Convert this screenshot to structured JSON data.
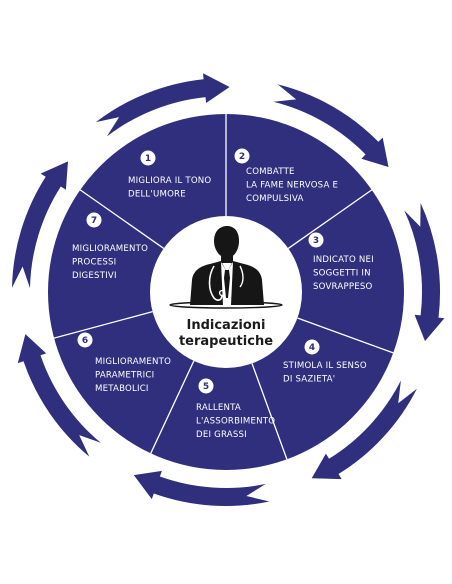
{
  "colors": {
    "navy": "#2f2f7e",
    "white": "#ffffff",
    "figure": "#161616",
    "center_bg": "#ffffff"
  },
  "center": {
    "title_line1": "Indicazioni",
    "title_line2": "terapeutiche",
    "icon": "doctor-with-stethoscope-icon"
  },
  "segments": [
    {
      "number": "1",
      "lines": [
        "MIGLIORA IL TONO",
        "DELL'UMORE"
      ]
    },
    {
      "number": "2",
      "lines": [
        "COMBATTE",
        "LA FAME NERVOSA E",
        "COMPULSIVA"
      ]
    },
    {
      "number": "3",
      "lines": [
        "INDICATO NEI",
        "SOGGETTI IN",
        "SOVRAPPESO"
      ]
    },
    {
      "number": "4",
      "lines": [
        "STIMOLA IL SENSO",
        "DI SAZIETA'"
      ]
    },
    {
      "number": "5",
      "lines": [
        "RALLENTA",
        "L'ASSORBIMENTO",
        "DEI GRASSI"
      ]
    },
    {
      "number": "6",
      "lines": [
        "MIGLIORAMENTO",
        "PARAMETRICI",
        "METABOLICI"
      ]
    },
    {
      "number": "7",
      "lines": [
        "MIGLIORAMENTO",
        "PROCESSI",
        "DIGESTIVI"
      ]
    }
  ]
}
